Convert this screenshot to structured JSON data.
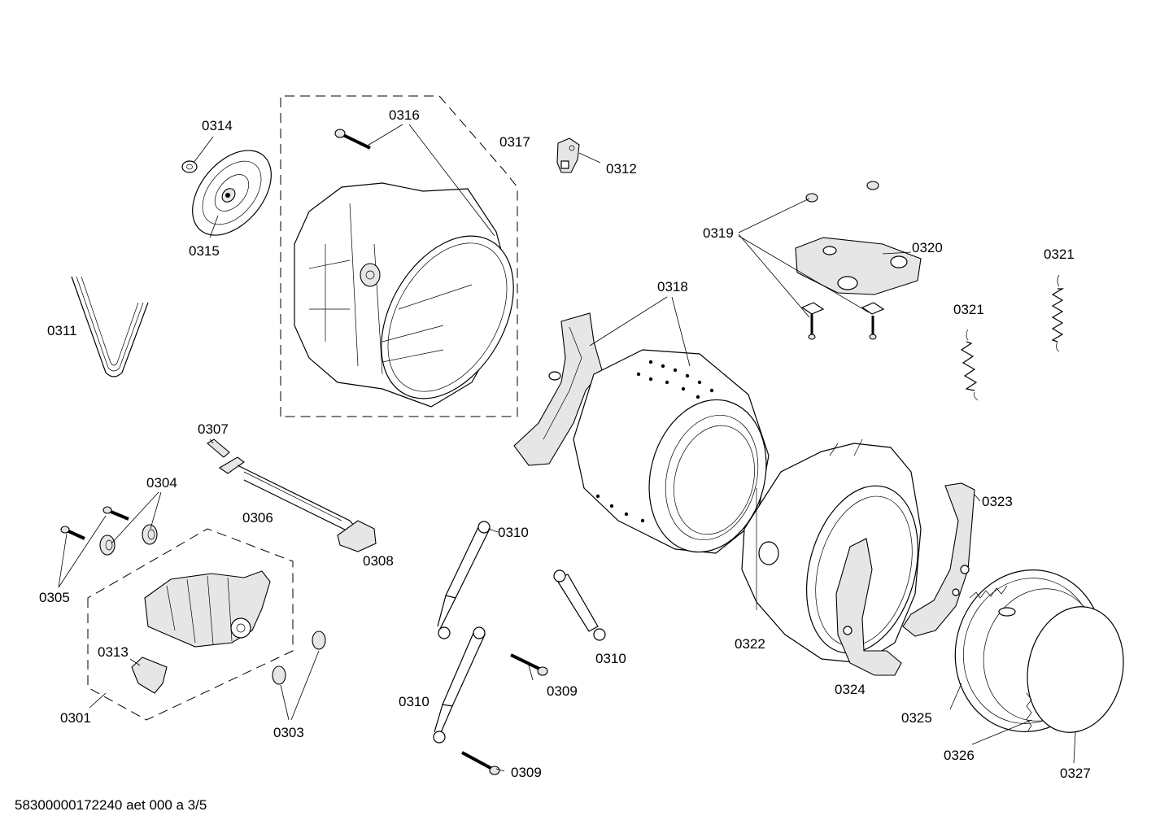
{
  "footer": "58300000172240 aet 000 a 3/5",
  "labels": {
    "p0301": "0301",
    "p0303": "0303",
    "p0304": "0304",
    "p0305": "0305",
    "p0306": "0306",
    "p0307": "0307",
    "p0308": "0308",
    "p0309a": "0309",
    "p0309b": "0309",
    "p0310a": "0310",
    "p0310b": "0310",
    "p0310c": "0310",
    "p0311": "0311",
    "p0312": "0312",
    "p0313": "0313",
    "p0314": "0314",
    "p0315": "0315",
    "p0316": "0316",
    "p0317": "0317",
    "p0318": "0318",
    "p0319": "0319",
    "p0320": "0320",
    "p0321a": "0321",
    "p0321b": "0321",
    "p0322": "0322",
    "p0323": "0323",
    "p0324": "0324",
    "p0325": "0325",
    "p0326": "0326",
    "p0327": "0327"
  }
}
